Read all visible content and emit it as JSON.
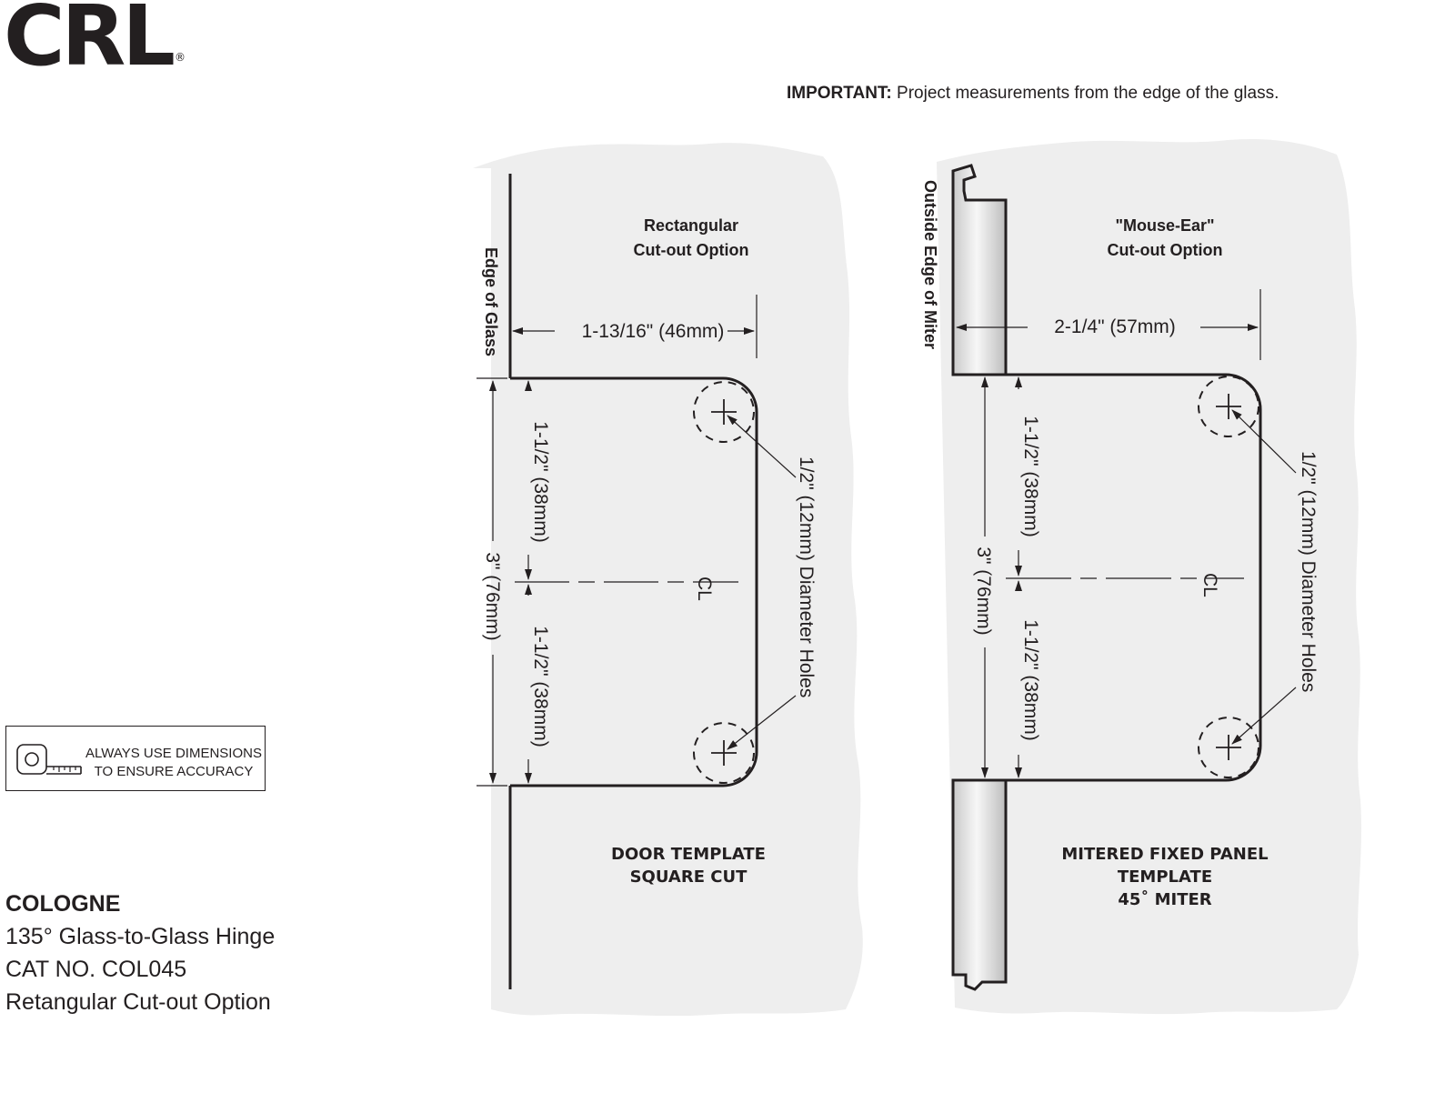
{
  "brand": {
    "logo_text": "CRL",
    "registered_mark": "®"
  },
  "notice": {
    "prefix": "IMPORTANT:",
    "text": " Project measurements from the edge of the glass."
  },
  "caution": {
    "line1": "ALWAYS USE DIMENSIONS",
    "line2": "TO ENSURE ACCURACY",
    "icon": "tape-measure-icon"
  },
  "product": {
    "name": "COLOGNE",
    "description": "135° Glass-to-Glass Hinge",
    "cat_no": "CAT NO. COL045",
    "option": "Retangular Cut-out Option"
  },
  "door_template": {
    "edge_label": "Edge of Glass",
    "cutout_line1": "Rectangular",
    "cutout_line2": "Cut-out Option",
    "width_dim": "1-13/16\" (46mm)",
    "total_height_dim": "3\" (76mm)",
    "half_height_dim": "1-1/2\" (38mm)",
    "holes_label": "1/2\" (12mm) Diameter Holes",
    "centerline_label": "CL",
    "title_line1": "DOOR TEMPLATE",
    "title_line2": "SQUARE CUT"
  },
  "panel_template": {
    "edge_label": "Outside Edge of Miter",
    "cutout_line1": "\"Mouse-Ear\"",
    "cutout_line2": "Cut-out Option",
    "width_dim": "2-1/4\" (57mm)",
    "total_height_dim": "3\" (76mm)",
    "half_height_dim": "1-1/2\" (38mm)",
    "holes_label": "1/2\" (12mm) Diameter Holes",
    "centerline_label": "CL",
    "title_line1": "MITERED FIXED PANEL",
    "title_line2": "TEMPLATE",
    "title_line3": "45˚ MITER"
  }
}
